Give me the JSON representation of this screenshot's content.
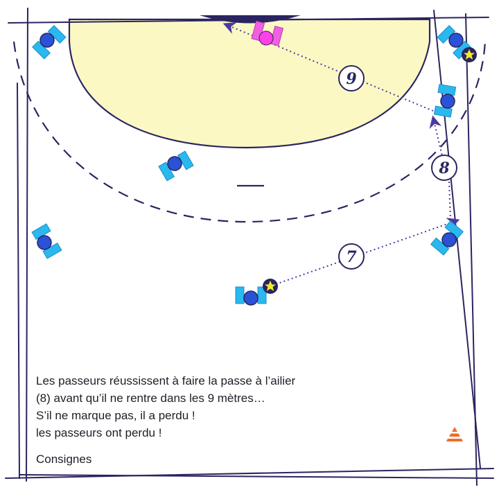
{
  "diagram": {
    "player_numbers": [
      "7",
      "8",
      "9"
    ],
    "instructions": [
      "Les passeurs réussissent à faire la passe à l’ailier",
      "(8) avant qu’il ne rentre dans les 9 mètres…",
      "S’il ne marque pas, il a perdu !",
      "les passeurs ont perdu !"
    ],
    "section_label": "Consignes",
    "colors": {
      "line": "#2a2560",
      "goal_area": "#fcf8c4",
      "player_cyan": "#2ab8ee",
      "player_dot": "#2a52d6",
      "keeper_pink": "#f060e0",
      "ball_star": "#f4ea2a",
      "cone_orange": "#f26b2a"
    },
    "icons": [
      "player-icon",
      "goalkeeper-icon",
      "ball-icon",
      "cone-icon",
      "pass-arrow"
    ]
  }
}
